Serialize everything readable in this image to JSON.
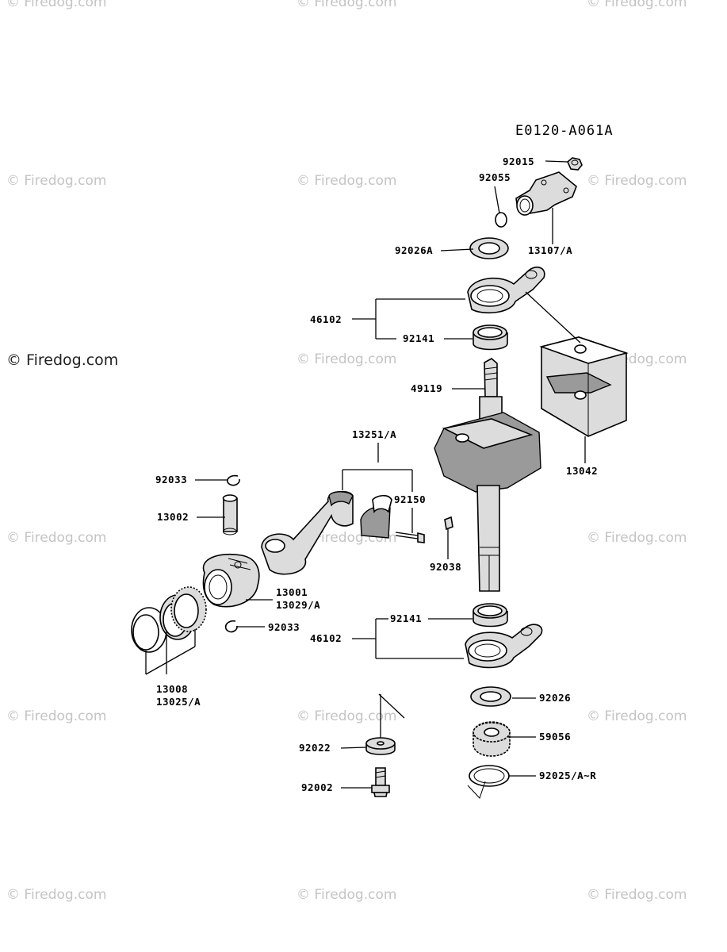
{
  "diagram_code": "E0120-A061A",
  "watermark_text": "© Firedog.com",
  "labels": {
    "p92015": "92015",
    "p92055": "92055",
    "p13107": "13107/A",
    "p92026A": "92026A",
    "p46102_top": "46102",
    "p92141_top": "92141",
    "p49119": "49119",
    "p13042": "13042",
    "p13251": "13251/A",
    "p92033_top": "92033",
    "p92150": "92150",
    "p13002": "13002",
    "p92038": "92038",
    "p13001": "13001",
    "p13029": "13029/A",
    "p92033_bot": "92033",
    "p92141_bot": "92141",
    "p46102_bot": "46102",
    "p13008": "13008",
    "p13025": "13025/A",
    "p92026": "92026",
    "p59056": "59056",
    "p92022": "92022",
    "p92002": "92002",
    "p92025": "92025/A~R"
  }
}
